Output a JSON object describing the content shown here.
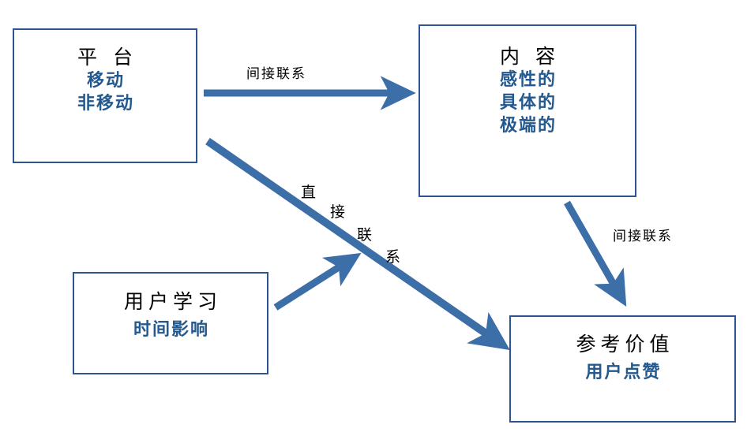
{
  "diagram": {
    "background": "#ffffff",
    "box_border_color": "#2F5496",
    "arrow_color": "#3C6EA8",
    "title_color": "#000000",
    "subtitle_color": "#23598E",
    "nodes": [
      {
        "id": "platform",
        "title": "平 台",
        "subs": [
          "移动",
          "非移动"
        ]
      },
      {
        "id": "content",
        "title": "内 容",
        "subs": [
          "感性的",
          "具体的",
          "极端的"
        ]
      },
      {
        "id": "user-learning",
        "title": "用户学习",
        "subs": [
          "时间影响"
        ]
      },
      {
        "id": "reference-value",
        "title": "参考价值",
        "subs": [
          "用户点赞"
        ]
      }
    ],
    "edges": [
      {
        "id": "platform-to-content",
        "label": "间接联系",
        "from": "platform",
        "to": "content"
      },
      {
        "id": "platform-to-reference",
        "label": "直接联系",
        "label_chars": [
          "直",
          "接",
          "联",
          "系"
        ],
        "from": "platform",
        "to": "reference-value"
      },
      {
        "id": "content-to-reference",
        "label": "间接联系",
        "from": "content",
        "to": "reference-value"
      },
      {
        "id": "user-to-direct-edge",
        "label": "",
        "from": "user-learning",
        "to": "platform-to-reference"
      }
    ]
  }
}
